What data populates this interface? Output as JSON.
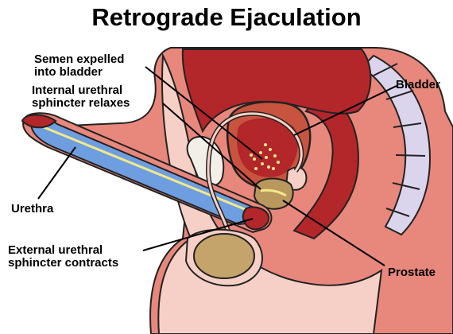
{
  "title": "Retrograde Ejaculation",
  "labels": {
    "semen": [
      "Semen expelled",
      "into bladder"
    ],
    "internal": [
      "Internal urethral",
      "sphincter relaxes"
    ],
    "bladder": "Bladder",
    "urethra": "Urethra",
    "external": [
      "External urethral",
      "sphincter contracts"
    ],
    "prostate": "Prostate"
  },
  "colors": {
    "skin": "#e8877c",
    "skin_light": "#f6d0c6",
    "tissue_dark": "#b3262a",
    "bladder": "#c8543f",
    "urethra_blue": "#6e9ee0",
    "prostate": "#b9985d",
    "testis": "#c4a46a",
    "semen": "#f2e88a",
    "spine": "#dad5ec"
  }
}
